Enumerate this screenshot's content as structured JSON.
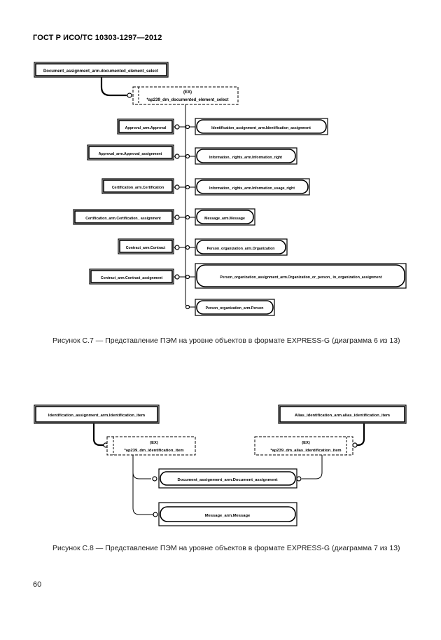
{
  "header": "ГОСТ Р ИСО/ТС 10303-1297—2012",
  "diagram1": {
    "root": "Document_assignment_arm.documented_element_select",
    "select": {
      "tag": "(EX)",
      "name": "*ap239_dm_documented_element_select"
    },
    "left": [
      "Approval_arm.Approval",
      "Approval_arm.Approval_assignment",
      "Certification_arm.Certification",
      "Certification_arm.Certification_ assignment",
      "Contract_arm.Contract",
      "Contract_arm.Contract_assignment"
    ],
    "right": [
      "Identification_assignment_arm.Identification_assignment",
      "Information_ rights_arm.Information_right",
      "Information_ rights_arm.Information_usage_right",
      "Message_arm.Message",
      "Person_organization_arm.Organization",
      "Person_organization_assignment_arm.Organization_or_person_ in_organization_assignment",
      "Person_organization_arm.Person"
    ]
  },
  "caption1": "Рисунок  С.7 — Представление ПЭМ на уровне объектов в формате EXPRESS-G (диаграмма 6 из 13)",
  "diagram2": {
    "root_left": "Identification_assignment_arm.Identification_item",
    "root_right": "Alias_identification_arm.alias_identification_item",
    "select_left": {
      "tag": "(EX)",
      "name": "*ap239_dm_identification_item"
    },
    "select_right": {
      "tag": "(EX)",
      "name": "*ap239_dm_alias_identification_item"
    },
    "items": [
      "Document_assignment_arm.Document_assignment",
      "Message_arm.Message"
    ]
  },
  "caption2": "Рисунок  С.8 — Представление ПЭМ на уровне объектов в формате EXPRESS-G (диаграмма 7 из 13)",
  "page_number": "60"
}
